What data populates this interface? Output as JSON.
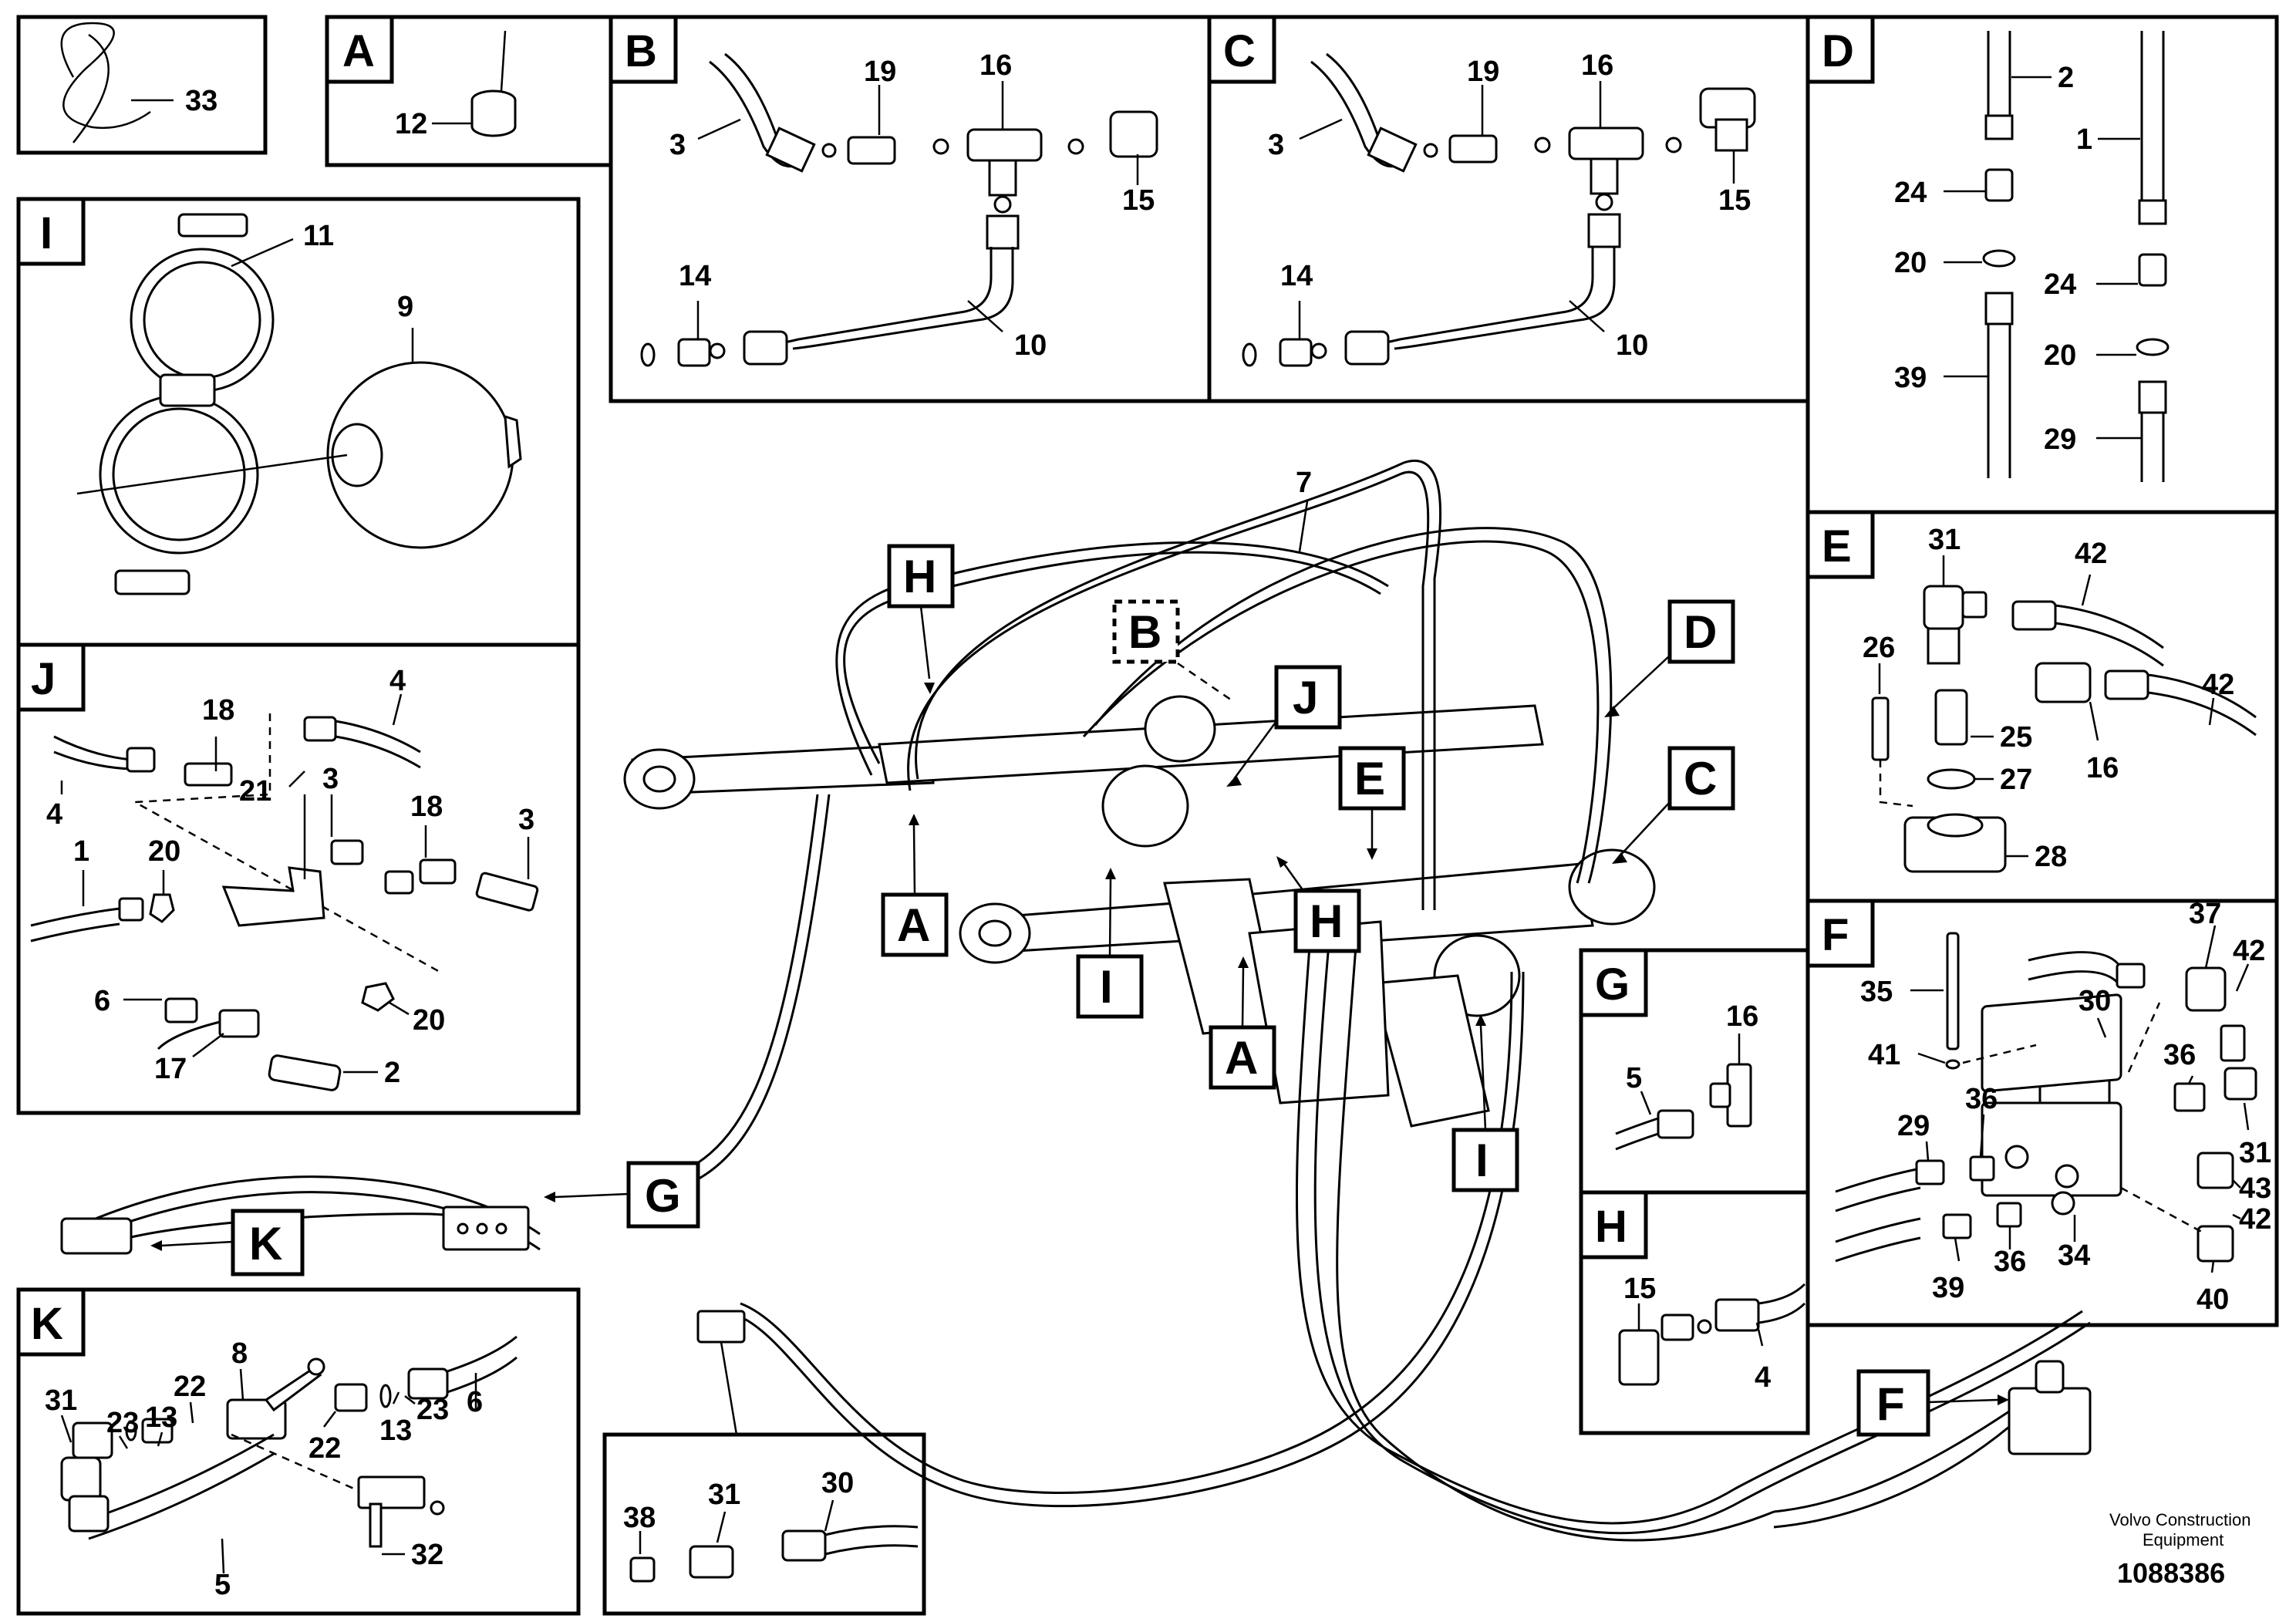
{
  "detail_boxes": {
    "A": "A",
    "B": "B",
    "C": "C",
    "D": "D",
    "E": "E",
    "F": "F",
    "G": "G",
    "H": "H",
    "I": "I",
    "J": "J",
    "K": "K"
  },
  "callouts": {
    "A1": "A",
    "A2": "A",
    "B": "B",
    "C": "C",
    "D": "D",
    "E": "E",
    "F": "F",
    "G": "G",
    "H1": "H",
    "H2": "H",
    "I1": "I",
    "I2": "I",
    "J": "J",
    "K": "K"
  },
  "part_numbers": {
    "clip_33": "33",
    "A_12": "12",
    "B_19": "19",
    "B_16": "16",
    "B_3": "3",
    "B_15": "15",
    "B_14": "14",
    "B_10": "10",
    "C_19": "19",
    "C_16": "16",
    "C_3": "3",
    "C_15": "15",
    "C_14": "14",
    "C_10": "10",
    "D_2": "2",
    "D_1": "1",
    "D_24a": "24",
    "D_20a": "20",
    "D_24b": "24",
    "D_20b": "20",
    "D_39": "39",
    "D_29": "29",
    "I_11": "11",
    "I_9": "9",
    "E_31": "31",
    "E_42a": "42",
    "E_26": "26",
    "E_25": "25",
    "E_42b": "42",
    "E_27": "27",
    "E_16": "16",
    "E_28": "28",
    "F_37": "37",
    "F_35": "35",
    "F_42a": "42",
    "F_30": "30",
    "F_41": "41",
    "F_36a": "36",
    "F_29": "29",
    "F_36b": "36",
    "F_31": "31",
    "F_43": "43",
    "F_42b": "42",
    "F_39": "39",
    "F_36c": "36",
    "F_34": "34",
    "F_40": "40",
    "J_4a": "4",
    "J_18a": "18",
    "J_4b": "4",
    "J_3a": "3",
    "J_21": "21",
    "J_18b": "18",
    "J_3b": "3",
    "J_1": "1",
    "J_20a": "20",
    "J_6": "6",
    "J_20b": "20",
    "J_17": "17",
    "J_2": "2",
    "main_7": "7",
    "G_16": "16",
    "G_5": "5",
    "H_15": "15",
    "H_4": "4",
    "K_8": "8",
    "K_22a": "22",
    "K_6": "6",
    "K_23a": "23",
    "K_13a": "13",
    "K_31": "31",
    "K_22b": "22",
    "K_13b": "13",
    "K_23b": "23",
    "K_32": "32",
    "K_5": "5",
    "bot_31": "31",
    "bot_30": "30",
    "bot_38": "38"
  },
  "footer": {
    "company_line1": "Volvo Construction",
    "company_line2": "Equipment",
    "document_number": "1088386"
  }
}
